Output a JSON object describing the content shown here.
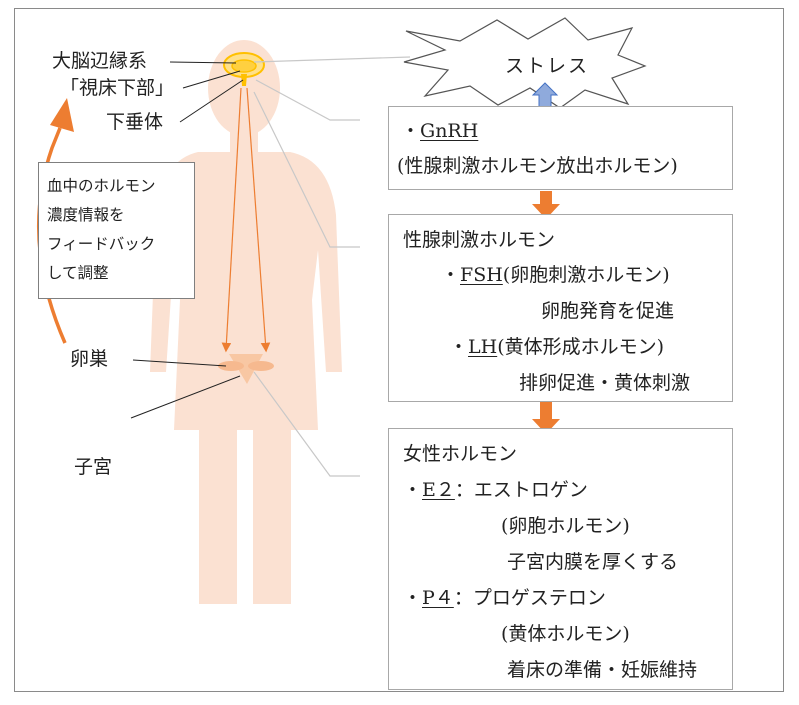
{
  "labels": {
    "limbic": "大脳辺縁系",
    "hypothalamus": "「視床下部」",
    "pituitary": "下垂体",
    "ovary": "卵巣",
    "uterus": "子宮"
  },
  "feedback_note": [
    "血中のホルモン",
    "濃度情報を",
    "フィードバック",
    "して調整"
  ],
  "stress": "ストレス",
  "gnrh_box": {
    "bullet": "・",
    "name": "GnRH",
    "desc": "(性腺刺激ホルモン放出ホルモン)"
  },
  "gonadotropin_box": {
    "title": "性腺刺激ホルモン",
    "fsh_bullet": "・",
    "fsh": "FSH",
    "fsh_desc": "(卵胞刺激ホルモン)",
    "fsh_role": "卵胞発育を促進",
    "lh_bullet": "・",
    "lh": "LH",
    "lh_desc": "(黄体形成ホルモン)",
    "lh_role": "排卵促進・黄体刺激"
  },
  "female_box": {
    "title": "女性ホルモン",
    "e2_bullet": "・",
    "e2": "E２",
    "e2_rest": "：エストロゲン",
    "e2_desc": "(卵胞ホルモン)",
    "e2_role": "子宮内膜を厚くする",
    "p4_bullet": "・",
    "p4": "P４",
    "p4_rest": "：プロゲステロン",
    "p4_desc": "(黄体ホルモン)",
    "p4_role": "着床の準備・妊娠維持"
  },
  "colors": {
    "body": "#fbe1d2",
    "accent_orange": "#ed7d31",
    "brain_yellow": "#ffc000",
    "double_arrow": "#8faadc",
    "box_border": "#a8a8a8"
  }
}
